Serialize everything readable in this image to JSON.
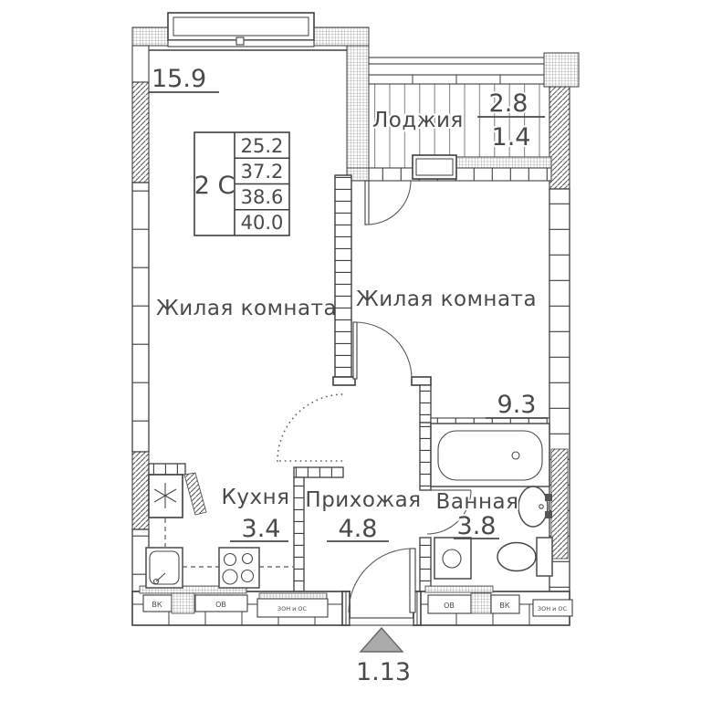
{
  "unit_info": {
    "type": "2 С",
    "areas": [
      "25.2",
      "37.2",
      "38.6",
      "40.0"
    ]
  },
  "rooms": {
    "living1": {
      "name": "Жилая комната",
      "area": "15.9"
    },
    "living2": {
      "name": "Жилая комната",
      "area": "9.3"
    },
    "loggia": {
      "name": "Лоджия",
      "area": "2.8",
      "area_reduced": "1.4"
    },
    "kitchen": {
      "name": "Кухня",
      "area": "3.4"
    },
    "hallway": {
      "name": "Прихожая",
      "area": "4.8"
    },
    "bathroom": {
      "name": "Ванная",
      "area": "3.8"
    }
  },
  "entrance": {
    "door_width": "1.13"
  },
  "risers": {
    "left_vk": "ВК",
    "left_ov": "ОВ",
    "left_note": "ЗОН и ОС",
    "right_ov": "ОВ",
    "right_vk": "ВК",
    "right_note": "ЗОН и ОС"
  },
  "colors": {
    "wall_line": "#3f3f3f",
    "text": "#4a4a4a",
    "entrance_marker": "#ababab"
  }
}
